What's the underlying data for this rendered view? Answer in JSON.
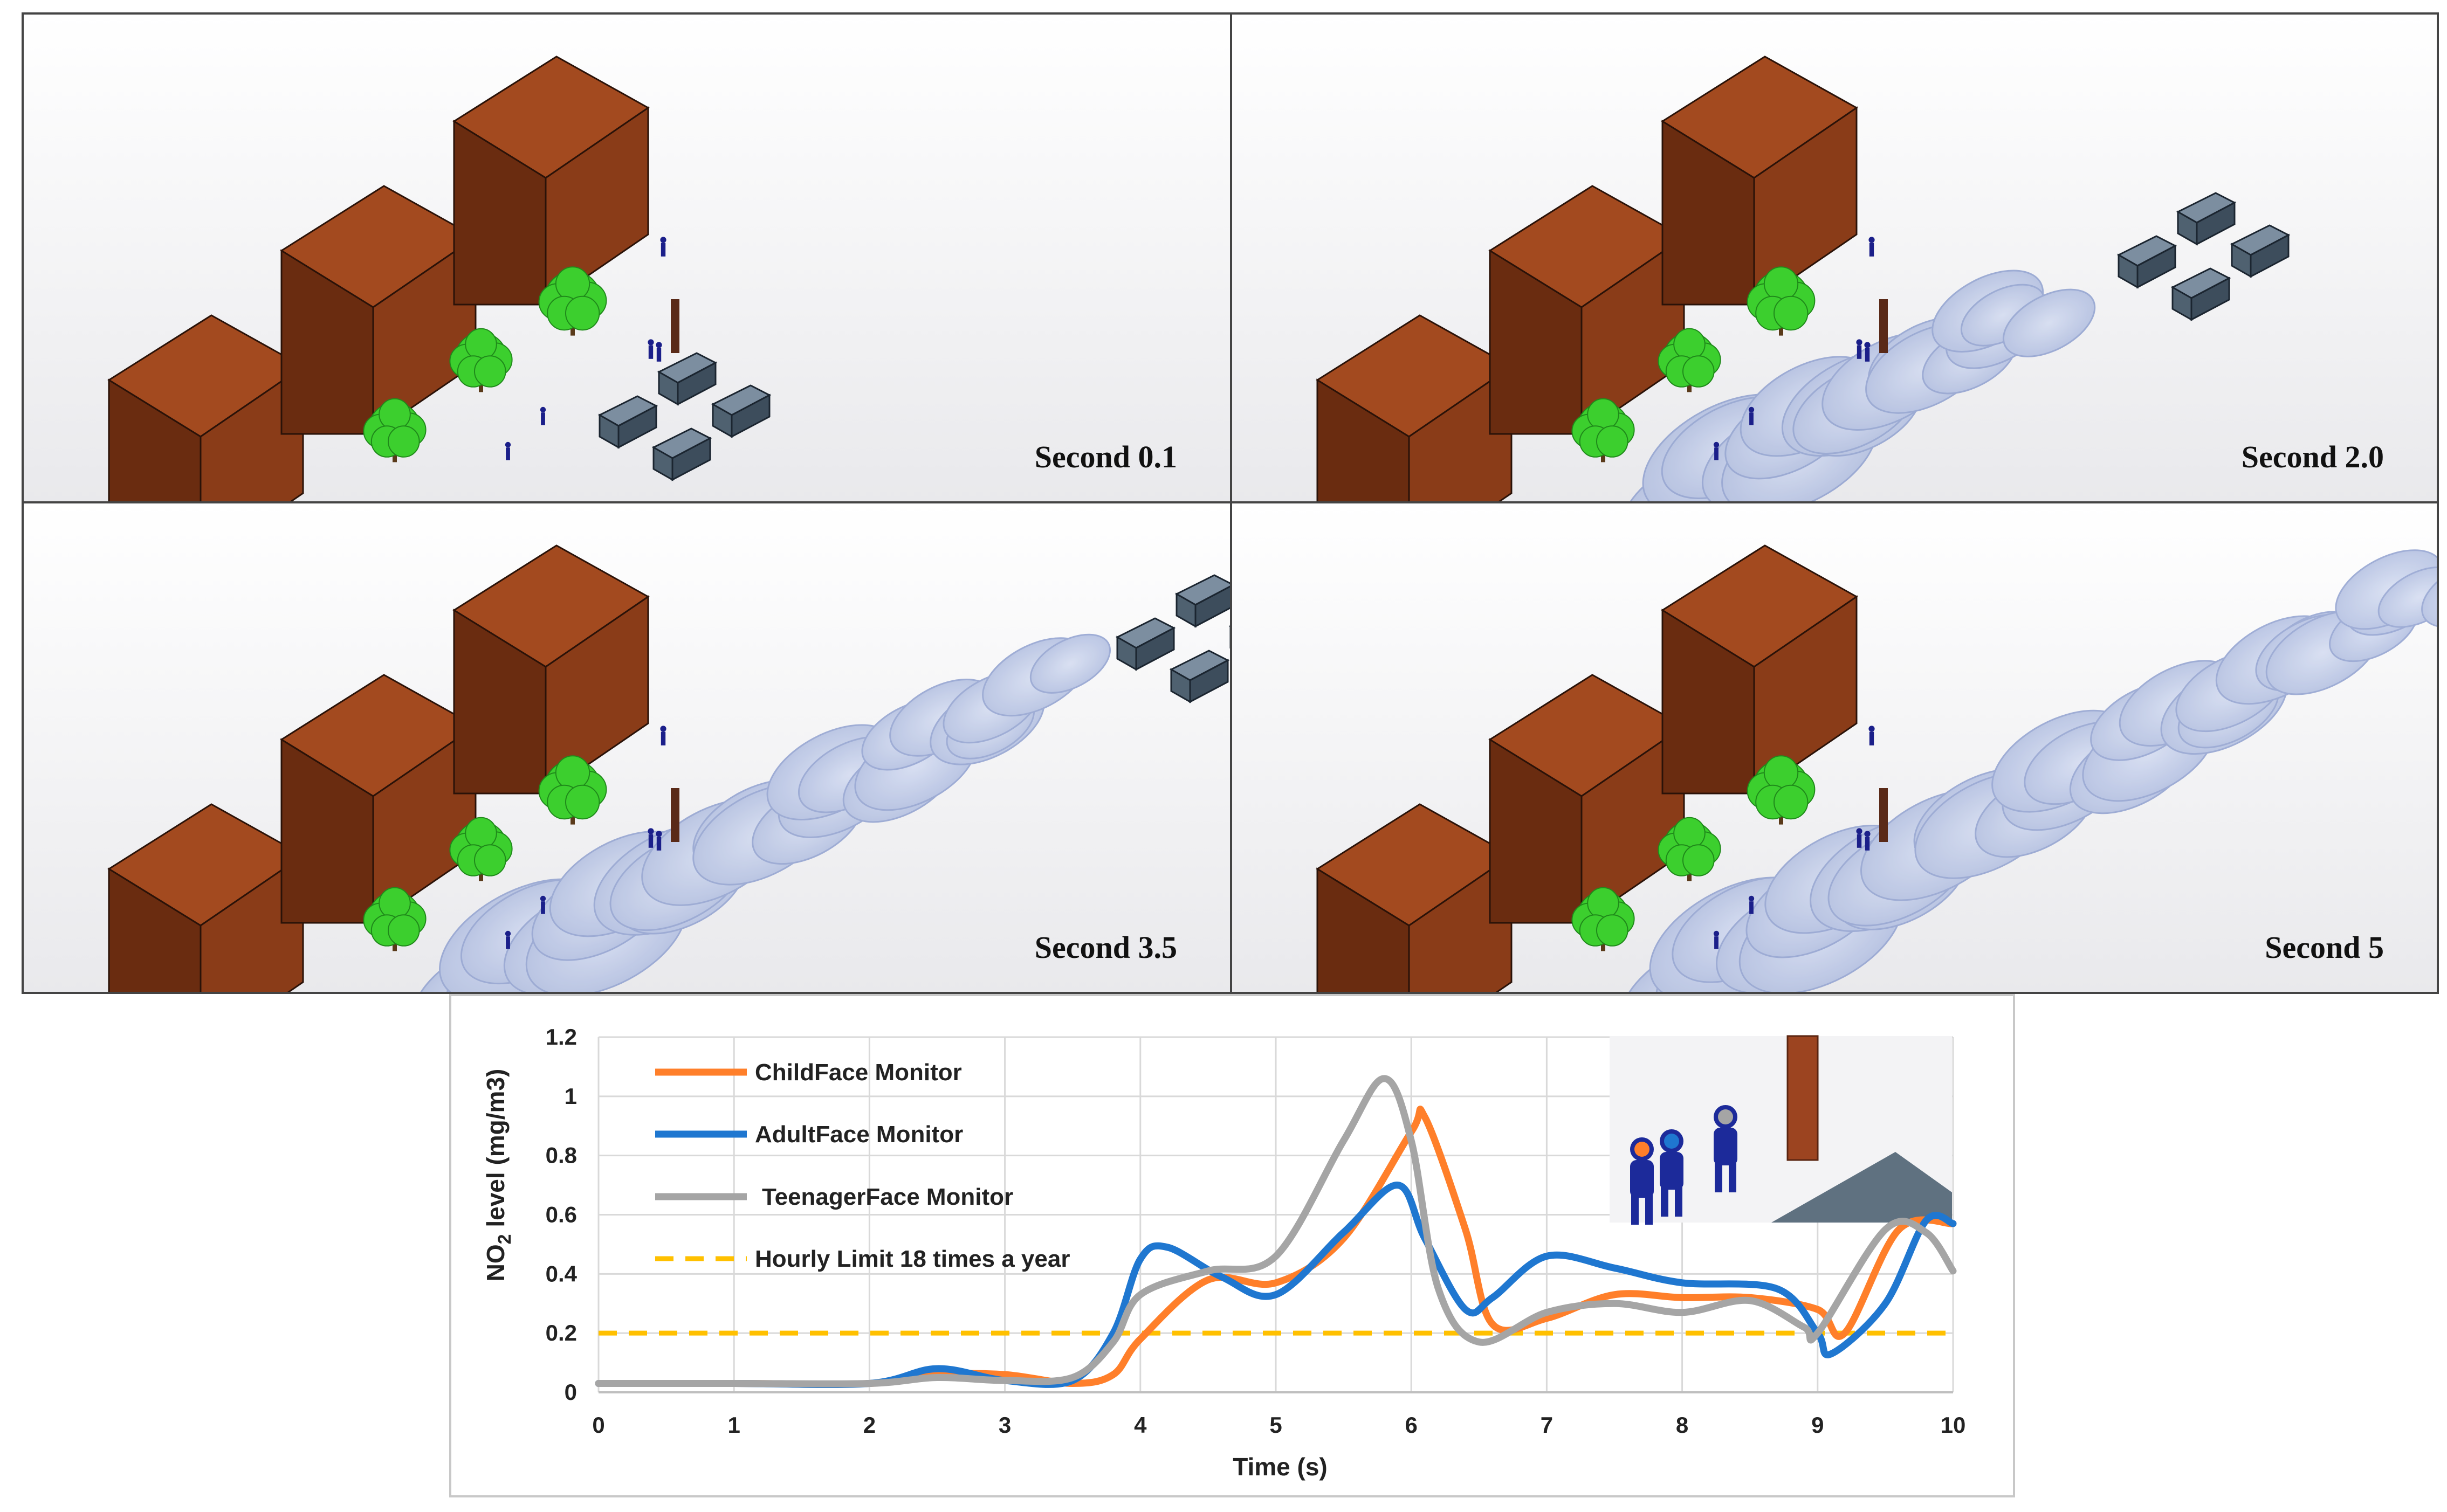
{
  "panels": [
    {
      "label": "Second 0.1"
    },
    {
      "label": "Second 2.0"
    },
    {
      "label": "Second 3.5"
    },
    {
      "label": "Second 5"
    }
  ],
  "colors": {
    "house_roof": "#a34a1f",
    "house_front": "#6a2c10",
    "house_side": "#8a3c18",
    "tree": "#3ccf2e",
    "truck": "#4f6170",
    "plume": "#b9c6e6",
    "person": "#1b1f8a",
    "child": "#ff7f2a",
    "adult": "#1f77d0",
    "teen": "#a5a5a5",
    "limit": "#ffc000"
  },
  "chart_data": {
    "type": "line",
    "xlabel": "Time (s)",
    "ylabel": "NO2 level (mg/m3)",
    "ylabel_parts": [
      "NO",
      "2",
      " level (mg/m3)"
    ],
    "xlim": [
      0,
      10
    ],
    "ylim": [
      0,
      1.2
    ],
    "x_ticks": [
      "0",
      "1",
      "2",
      "3",
      "4",
      "5",
      "6",
      "7",
      "8",
      "9",
      "10"
    ],
    "y_ticks": [
      "0",
      "0.2",
      "0.4",
      "0.6",
      "0.8",
      "1",
      "1.2"
    ],
    "grid": true,
    "legend_position": "top-left",
    "series": [
      {
        "name": "ChildFace Monitor",
        "color": "#ff7f2a",
        "x": [
          0,
          1,
          2,
          2.5,
          3,
          3.5,
          3.8,
          4,
          4.5,
          5,
          5.5,
          6,
          6.1,
          6.4,
          6.6,
          7,
          7.5,
          8,
          8.5,
          9,
          9.2,
          9.6,
          10
        ],
        "y": [
          0.03,
          0.03,
          0.03,
          0.06,
          0.06,
          0.03,
          0.06,
          0.18,
          0.38,
          0.37,
          0.52,
          0.88,
          0.93,
          0.55,
          0.23,
          0.25,
          0.33,
          0.32,
          0.32,
          0.28,
          0.2,
          0.55,
          0.57
        ]
      },
      {
        "name": "AdultFace Monitor",
        "color": "#1f77d0",
        "x": [
          0,
          1,
          2,
          2.5,
          3,
          3.5,
          3.8,
          4,
          4.2,
          4.6,
          5,
          5.5,
          5.9,
          6.1,
          6.4,
          6.6,
          7,
          7.5,
          8,
          8.7,
          9,
          9.1,
          9.5,
          9.8,
          10
        ],
        "y": [
          0.03,
          0.03,
          0.03,
          0.08,
          0.04,
          0.04,
          0.2,
          0.45,
          0.49,
          0.39,
          0.33,
          0.54,
          0.7,
          0.52,
          0.28,
          0.32,
          0.46,
          0.42,
          0.37,
          0.35,
          0.2,
          0.13,
          0.3,
          0.58,
          0.57
        ]
      },
      {
        "name": "TeenagerFace Monitor",
        "color": "#a5a5a5",
        "x": [
          0,
          1,
          2,
          2.5,
          3,
          3.5,
          3.8,
          4,
          4.5,
          5,
          5.5,
          5.8,
          6,
          6.2,
          6.5,
          7,
          7.5,
          8,
          8.5,
          8.9,
          9,
          9.5,
          9.8,
          10
        ],
        "y": [
          0.03,
          0.03,
          0.03,
          0.05,
          0.04,
          0.05,
          0.17,
          0.33,
          0.41,
          0.46,
          0.85,
          1.06,
          0.85,
          0.35,
          0.17,
          0.27,
          0.3,
          0.27,
          0.31,
          0.22,
          0.2,
          0.55,
          0.54,
          0.41
        ]
      },
      {
        "name": "Hourly Limit 18 times a year",
        "color": "#ffc000",
        "dashed": true,
        "x": [
          0,
          10
        ],
        "y": [
          0.2,
          0.2
        ]
      }
    ]
  }
}
